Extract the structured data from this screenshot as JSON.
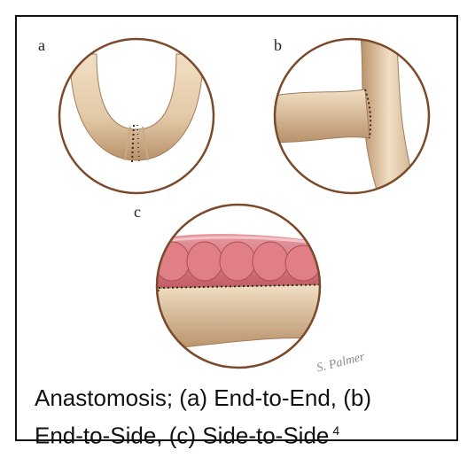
{
  "figure": {
    "panels": [
      {
        "label": "a",
        "view": "end-to-end anastomosis"
      },
      {
        "label": "b",
        "view": "end-to-side anastomosis"
      },
      {
        "label": "c",
        "view": "side-to-side anastomosis"
      }
    ],
    "caption_lines": [
      "Anastomosis; (a) End-to-End, (b)",
      "End-to-Side, (c) Side-to-Side"
    ],
    "caption_reference": "4",
    "signature": "S. Palmer",
    "colors": {
      "frame": "#111111",
      "circle_outline": "#7a4a2a",
      "intestine_tan": "#e2c9a6",
      "intestine_shadow": "#b8916a",
      "mucosa_pink": "#d9727a",
      "suture": "#3a2a20"
    }
  }
}
